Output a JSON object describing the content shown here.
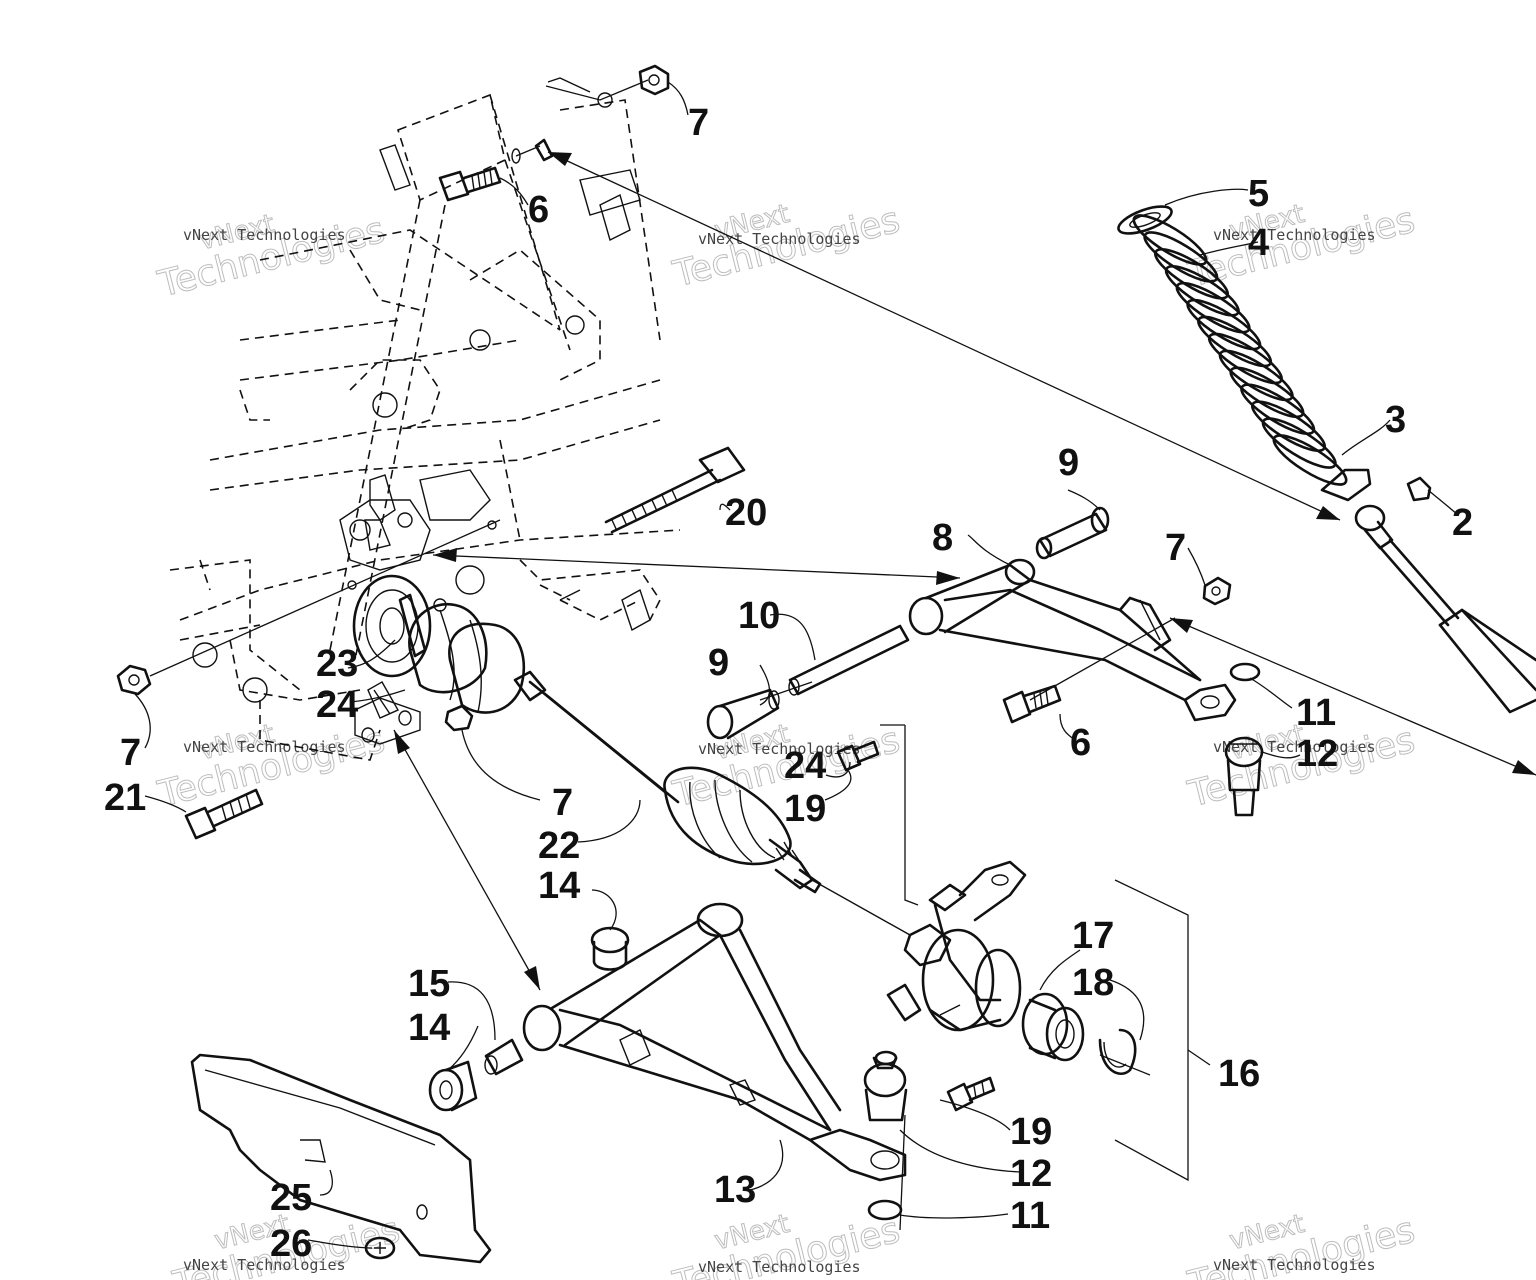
{
  "watermark": {
    "line1": "vNext",
    "line2": "Technologies",
    "small": "vNext Technologies"
  },
  "callouts": {
    "c2": "2",
    "c3": "3",
    "c4": "4",
    "c5": "5",
    "c6_top": "6",
    "c6_right": "6",
    "c7_top": "7",
    "c7_left": "7",
    "c7_mid": "7",
    "c7_right": "7",
    "c8": "8",
    "c9_top": "9",
    "c9_left": "9",
    "c10": "10",
    "c11_upper": "11",
    "c11_lower": "11",
    "c12_upper": "12",
    "c12_lower": "12",
    "c13": "13",
    "c14_top": "14",
    "c14_left": "14",
    "c15": "15",
    "c16": "16",
    "c17": "17",
    "c18": "18",
    "c19_upper": "19",
    "c19_lower": "19",
    "c20": "20",
    "c21": "21",
    "c22": "22",
    "c23": "23",
    "c24_left": "24",
    "c24_mid": "24",
    "c25": "25",
    "c26": "26"
  }
}
